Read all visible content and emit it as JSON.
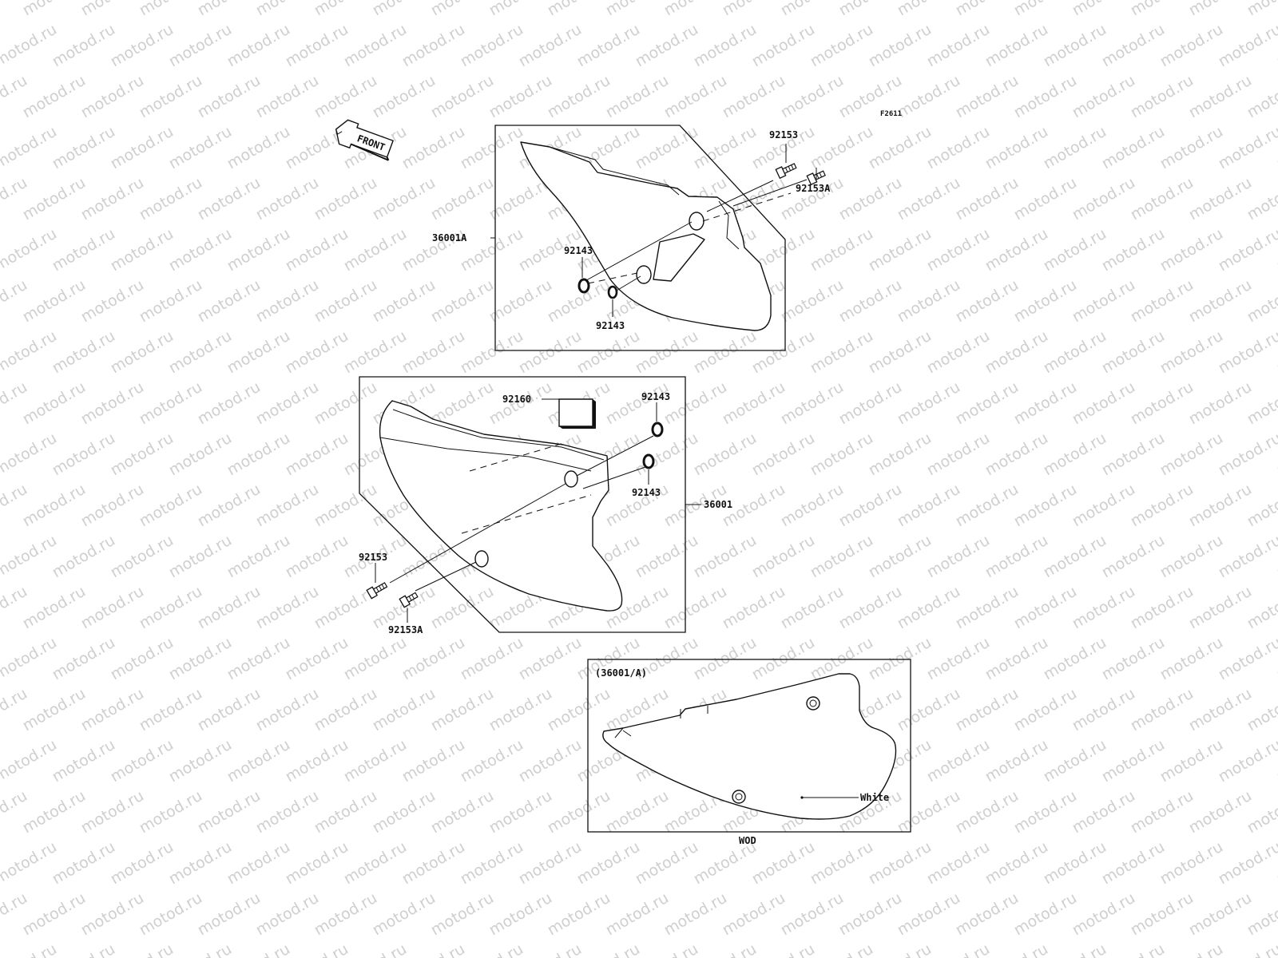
{
  "watermark": {
    "text": "motod.ru",
    "color": "#cfcfcf"
  },
  "diagram": {
    "figure_code": "F2611",
    "front_arrow": "FRONT",
    "upper_group": {
      "part_cover": "36001A",
      "bolt_1": "92153",
      "bolt_2": "92153A",
      "washer_1": "92143",
      "washer_2": "92143"
    },
    "lower_group": {
      "part_cover": "36001",
      "pad": "92160",
      "washer_1": "92143",
      "washer_2": "92143",
      "bolt_1": "92153",
      "bolt_2": "92153A"
    },
    "variant": {
      "title": "(36001/A)",
      "color_note": "White",
      "code": "WOD"
    }
  }
}
